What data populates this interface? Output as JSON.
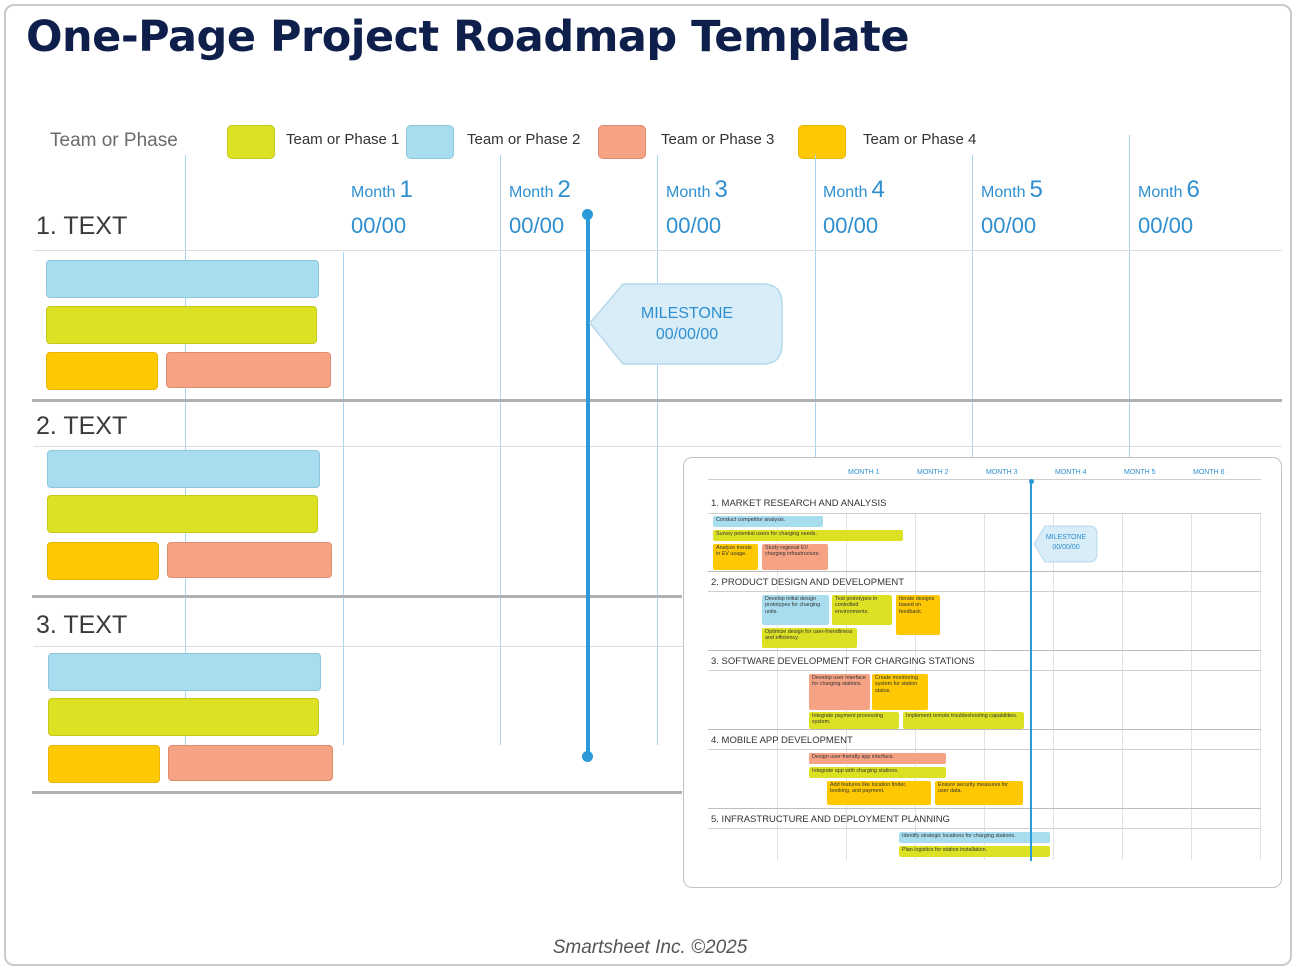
{
  "title": "One-Page Project Roadmap Template",
  "legend": {
    "heading": "Team or Phase",
    "items": [
      {
        "label": "Team or Phase  1",
        "color": "#dde124"
      },
      {
        "label": "Team or Phase  2",
        "color": "#a8dcef"
      },
      {
        "label": "Team or Phase  3",
        "color": "#f6a285"
      },
      {
        "label": "Team or Phase  4",
        "color": "#fec903"
      }
    ]
  },
  "months": [
    {
      "label": "Month",
      "num": "1",
      "date": "00/00"
    },
    {
      "label": "Month",
      "num": "2",
      "date": "00/00"
    },
    {
      "label": "Month",
      "num": "3",
      "date": "00/00"
    },
    {
      "label": "Month",
      "num": "4",
      "date": "00/00"
    },
    {
      "label": "Month",
      "num": "5",
      "date": "00/00"
    },
    {
      "label": "Month",
      "num": "6",
      "date": "00/00"
    }
  ],
  "sections": [
    {
      "title": "1. TEXT"
    },
    {
      "title": "2. TEXT"
    },
    {
      "title": "3. TEXT"
    }
  ],
  "milestone": {
    "label": "MILESTONE",
    "date": "00/00/00"
  },
  "example": {
    "months": [
      "MONTH 1",
      "MONTH 2",
      "MONTH 3",
      "MONTH 4",
      "MONTH 5",
      "MONTH 6"
    ],
    "sections": [
      "1. MARKET RESEARCH AND ANALYSIS",
      "2. PRODUCT DESIGN AND DEVELOPMENT",
      "3. SOFTWARE DEVELOPMENT FOR CHARGING STATIONS",
      "4. MOBILE APP DEVELOPMENT",
      "5. INFRASTRUCTURE AND DEPLOYMENT PLANNING"
    ],
    "tasks": [
      "Conduct competitor analysis.",
      "Survey potential users for charging needs.",
      "Analyze trends in EV usage.",
      "Study regional EV charging infrastructure.",
      "Develop initial design prototypes for charging units.",
      "Test prototypes in controlled environments.",
      "Iterate designs based on feedback.",
      "Optimize design for user-friendliness and efficiency.",
      "Develop user interface for charging stations.",
      "Create monitoring system for station status.",
      "Integrate payment processing system.",
      "Implement remote troubleshooting capabilities.",
      "Design user-friendly app interface.",
      "Integrate app with charging stations.",
      "Add features like location finder, booking, and payment.",
      "Ensure security measures for user data.",
      "Identify strategic locations for charging stations.",
      "Plan logistics for station installation."
    ],
    "milestone": {
      "label": "MILESTONE",
      "date": "00/00/00"
    }
  },
  "footer": "Smartsheet Inc. ©2025"
}
